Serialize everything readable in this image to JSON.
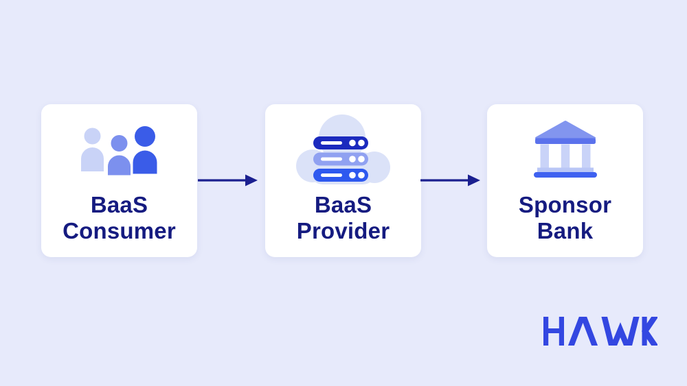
{
  "page": {
    "background": "#e7eafb"
  },
  "diagram": {
    "nodes": [
      {
        "id": "baas-consumer",
        "line1": "BaaS",
        "line2": "Consumer",
        "icon": "people-icon"
      },
      {
        "id": "baas-provider",
        "line1": "BaaS",
        "line2": "Provider",
        "icon": "cloud-servers-icon"
      },
      {
        "id": "sponsor-bank",
        "line1": "Sponsor",
        "line2": "Bank",
        "icon": "bank-icon"
      }
    ],
    "arrows": [
      {
        "from": "baas-consumer",
        "to": "baas-provider"
      },
      {
        "from": "baas-provider",
        "to": "sponsor-bank"
      }
    ]
  },
  "logo": {
    "text": "HAWK",
    "color": "#3347e1"
  },
  "colors": {
    "bg": "#e7eafb",
    "card": "#ffffff",
    "ink": "#151b80",
    "arrow": "#1b2090",
    "logo": "#3347e1",
    "p-light": "#c9d3f7",
    "p-mid": "#7c90ee",
    "p-bright": "#3a5ce8",
    "cloud": "#dbe2f8",
    "srv-dark": "#1b2abe",
    "srv-mid": "#90a1f1",
    "srv-bright": "#2e59ef",
    "bank-roof": "#8295ef",
    "bank-bar": "#5b72ec",
    "bank-col": "#c9d3f8",
    "bank-base": "#b9c6f6",
    "bank-foot": "#3e61f0"
  }
}
